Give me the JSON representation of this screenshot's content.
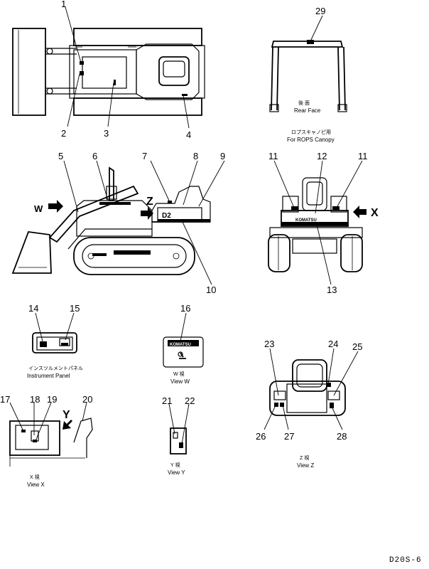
{
  "drawing_code": "D20S-6",
  "callouts": {
    "c1": "1",
    "c2": "2",
    "c3": "3",
    "c4": "4",
    "c5": "5",
    "c6": "6",
    "c7": "7",
    "c8": "8",
    "c9": "9",
    "c10": "10",
    "c11a": "11",
    "c11b": "11",
    "c12": "12",
    "c13": "13",
    "c14": "14",
    "c15": "15",
    "c16": "16",
    "c17": "17",
    "c18": "18",
    "c19": "19",
    "c20": "20",
    "c21": "21",
    "c22": "22",
    "c23": "23",
    "c24": "24",
    "c25": "25",
    "c26": "26",
    "c27": "27",
    "c28": "28",
    "c29": "29"
  },
  "view_arrows": {
    "w": "W",
    "z": "Z",
    "x": "X",
    "y": "Y"
  },
  "captions": {
    "rear_face_jp": "後 面",
    "rear_face_en": "Rear Face",
    "rops_jp": "ロプスキャノピ用",
    "rops_en": "For ROPS Canopy",
    "instrument_jp": "インスツルメントパネル",
    "instrument_en": "Instrument Panel",
    "view_w_jp": "W 視",
    "view_w_en": "View W",
    "view_x_jp": "X 視",
    "view_x_en": "View X",
    "view_y_jp": "Y 視",
    "view_y_en": "View Y",
    "view_z_jp": "Z 視",
    "view_z_en": "View Z"
  },
  "decal_text": {
    "side_model": "D2",
    "komatsu_rear": "KOMATSU",
    "komatsu_w": "KOMATSU"
  }
}
